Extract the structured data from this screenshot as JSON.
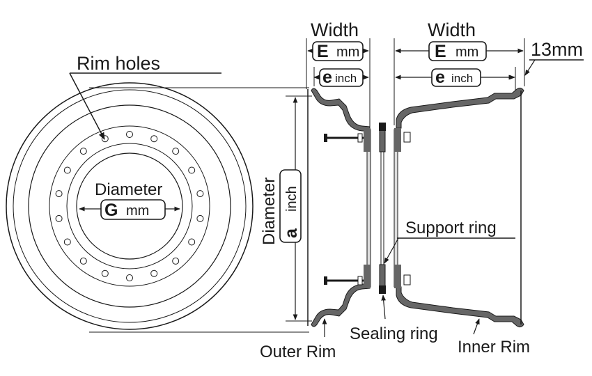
{
  "labels": {
    "rim_holes": "Rim holes",
    "diameter_g": "Diameter",
    "diameter_a": "Diameter",
    "width_outer": "Width",
    "width_inner": "Width",
    "thirteen_mm": "13mm",
    "support_ring": "Support ring",
    "sealing_ring": "Sealing ring",
    "outer_rim": "Outer Rim",
    "inner_rim": "Inner Rim"
  },
  "boxes": {
    "g": {
      "letter": "G",
      "unit": "mm"
    },
    "a": {
      "letter": "a",
      "unit": "inch"
    },
    "e_outer": {
      "letter": "E",
      "unit": "mm"
    },
    "e_small_outer": {
      "letter": "e",
      "unit": "inch"
    },
    "e_inner": {
      "letter": "E",
      "unit": "mm"
    },
    "e_small_inner": {
      "letter": "e",
      "unit": "inch"
    }
  },
  "colors": {
    "line": "#1a1a1a",
    "rim_fill": "#666666",
    "hub_light": "#dddddd"
  },
  "counts": {
    "rim_holes": 18
  }
}
